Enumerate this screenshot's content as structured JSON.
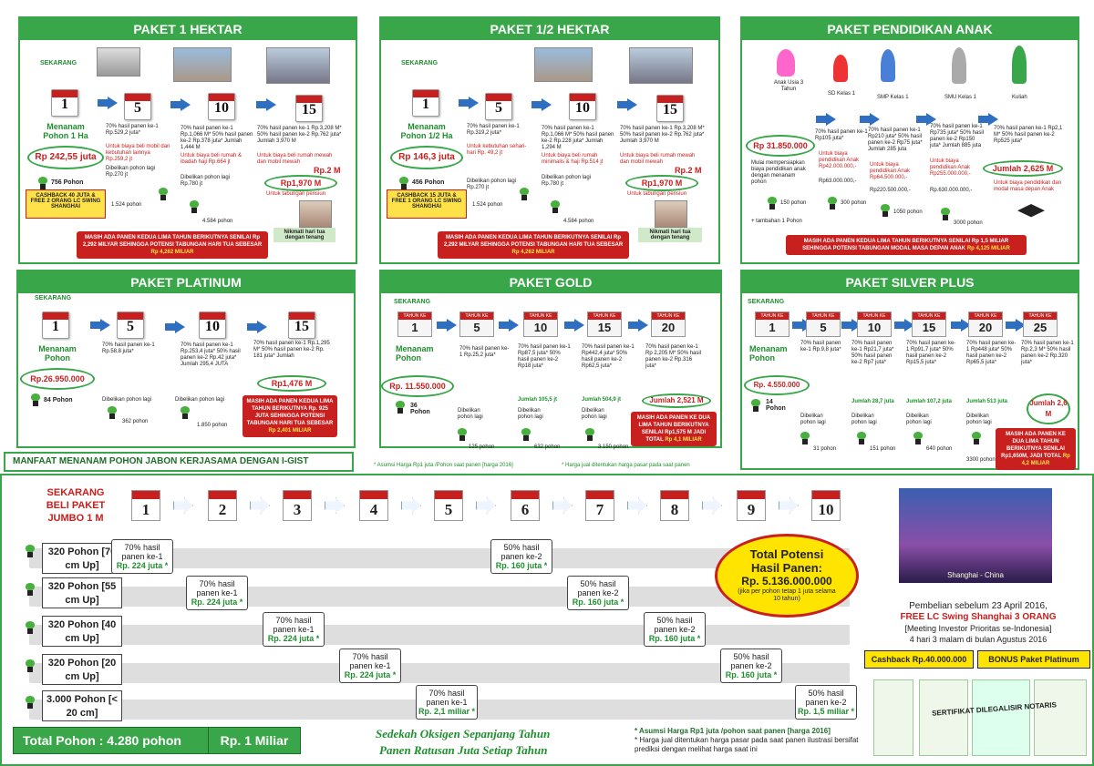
{
  "p1": {
    "title": "PAKET 1 HEKTAR",
    "now": "SEKARANG",
    "years": [
      "1",
      "5",
      "10",
      "15"
    ],
    "plant": "Menanam Pohon 1 Ha",
    "price": "Rp 242,55 juta",
    "count": "756 Pohon",
    "cashback": "CASHBACK 40 JUTA & FREE 2 ORANG LC SWING SHANGHAI",
    "y5": "70% hasil panen ke-1 Rp.529,2 juta*",
    "y5note": "Untuk biaya beli mobil dan kebutuhan lainnya Rp.259,2 jt",
    "y5buy": "Dibelikan pohon lagi Rp.270 jt",
    "y5trees": "1.524 pohon",
    "y10": "70% hasil panen ke-1 Rp.1,066 M* 50% hasil panen ke-2 Rp.378 juta* Jumlah 1,444 M",
    "y10note": "Untuk biaya beli rumah & ibadah haji Rp.664 jt",
    "y10buy": "Dibelikan pohon lagi Rp.780 jt",
    "y10trees": "4.584 pohon",
    "y15": "70% hasil panen ke-1 Rp.3,208 M* 50% hasil panen ke-2 Rp.762 juta* Jumlah 3,970 M",
    "y15note": "Untuk biaya beli rumah mewah dan mobil mewah",
    "y15big": "Rp.2 M",
    "y15oval": "Rp1,970 M",
    "y15save": "Untuk tabungan pensiun",
    "enjoy": "Nikmati hari tua dengan tenang",
    "banner": "MASIH ADA PANEN KEDUA LIMA TAHUN BERIKUTNYA SENILAI Rp 2,292 MILYAR SEHINGGA POTENSI TABUNGAN HARI TUA SEBESAR",
    "bannerAmt": "Rp 4,262 MILIAR"
  },
  "p2": {
    "title": "PAKET 1/2 HEKTAR",
    "now": "SEKARANG",
    "years": [
      "1",
      "5",
      "10",
      "15"
    ],
    "plant": "Menanam Pohon 1/2 Ha",
    "price": "Rp 146,3 juta",
    "count": "456 Pohon",
    "cashback": "CASHBACK 15 JUTA & FREE 1 ORANG LC SWING SHANGHAI",
    "y5": "70% hasil panen ke-1 Rp.319,2 juta*",
    "y5note": "Untuk kebutuhan sehari-hari Rp. 49,2 jt",
    "y5buy": "Dibelikan pohon lagi Rp.270 jt",
    "y5trees": "1.524 pohon",
    "y10": "70% hasil panen ke-1 Rp.1,066 M* 50% hasil panen ke-2 Rp.228 juta* Jumlah 1,294 M",
    "y10note": "Untuk biaya beli rumah minimalis & haji Rp.514 jt",
    "y10buy": "Dibelikan pohon lagi Rp.780 jt",
    "y10trees": "4.584 pohon",
    "y15": "70% hasil panen ke-1 Rp.3,208 M* 50% hasil panen ke-2 Rp.762 juta* Jumlah 3,970 M",
    "y15note": "Untuk biaya beli rumah mewah dan mobil mewah",
    "y15big": "Rp.2 M",
    "y15oval": "Rp1,970 M",
    "y15save": "Untuk tabungan pensiun",
    "enjoy": "Nikmati hari tua dengan tenang",
    "banner": "MASIH ADA PANEN KEDUA LIMA TAHUN BERIKUTNYA SENILAI Rp 2,292 MILYAR SEHINGGA POTENSI TABUNGAN HARI TUA SEBESAR",
    "bannerAmt": "Rp 4,262 MILIAR"
  },
  "p3": {
    "title": "PAKET PENDIDIKAN ANAK",
    "stages": [
      "Anak Usia 3 Tahun",
      "SD Kelas 1",
      "SMP Kelas 1",
      "SMU Kelas 1",
      "Kuliah"
    ],
    "price": "Rp 31.850.000",
    "desc": "Mulai mempersiapkan biaya pendidikan anak dengan menanam pohon",
    "count": "150 pohon",
    "extra": "+ tambahan 1 Pohon",
    "c1": "70% hasil panen ke-1 Rp105 juta*",
    "c1note": "Untuk biaya pendidikan Anak Rp42.000.000,-",
    "c1buy": "Rp63.000.000,-",
    "c1trees": "300 pohon",
    "c2": "70% hasil panen ke-1 Rp210 juta* 50% hasil panen ke-2 Rp75 juta* Jumlah 285 juta",
    "c2note": "Untuk biaya pendidikan Anak Rp64.500.000,-",
    "c2buy": "Rp220.500.000,-",
    "c2trees": "1050 pohon",
    "c3": "70% hasil panen ke-1 Rp735 juta* 50% hasil panen ke-2 Rp150 juta* Jumlah 885 juta",
    "c3note": "Untuk biaya pendidikan Anak Rp255.000.000,-",
    "c3buy": "Rp.630.000.000,-",
    "c3trees": "3000 pohon",
    "c4": "70% hasil panen ke-1 Rp2,1 M* 50% hasil panen ke-2 Rp525 juta*",
    "c4total": "Jumlah 2,625 M",
    "c4note": "Untuk biaya pendidikan dan modal masa depan Anak",
    "banner": "MASIH ADA PANEN KEDUA LIMA TAHUN BERIKUTNYA SENILAI Rp 1,5 MILIAR SEHINGGA POTENSI TABUNGAN MODAL MASA DEPAN ANAK",
    "bannerAmt": "Rp 4,125 MILIAR"
  },
  "p4": {
    "title": "PAKET PLATINUM",
    "now": "SEKARANG",
    "years": [
      "1",
      "5",
      "10",
      "15"
    ],
    "plant": "Menanam Pohon",
    "price": "Rp.26.950.000",
    "count": "84 Pohon",
    "y5": "70% hasil panen ke-1 Rp.58,8 juta*",
    "y5buy": "Dibelikan pohon lagi",
    "y5trees": "362 pohon",
    "y10": "70% hasil panen ke-1 Rp.253,4 juta* 50% hasil panen ke-2 Rp.42 juta* Jumlah 295,4 JUTA",
    "y10buy": "Dibelikan pohon lagi",
    "y10trees": "1.850 pohon",
    "y15": "70% hasil panen ke-1 Rp.1,295 M* 50% hasil panen ke-2 Rp. 181 juta* Jumlah",
    "y15oval": "Rp1,476 M",
    "banner": "MASIH ADA PANEN KEDUA LIMA TAHUN BERIKUTNYA Rp. 925 JUTA SEHINGGA POTENSI TABUNGAN HARI TUA SEBESAR",
    "bannerAmt": "Rp 2,401 MILIAR"
  },
  "p5": {
    "title": "PAKET GOLD",
    "now": "SEKARANG",
    "yearTag": "TAHUN KE",
    "years": [
      "1",
      "5",
      "10",
      "15",
      "20"
    ],
    "plant": "Menanam Pohon",
    "price": "Rp. 11.550.000",
    "count": "36 Pohon",
    "c1": "70% hasil panen ke-1 Rp.25,2 juta*",
    "c2": "70% hasil panen ke-1 Rp87,5 juta* 50% hasil panen ke-2 Rp18 juta*",
    "c2total": "Jumlah 105,5 jt",
    "c3": "70% hasil panen ke-1 Rp442,4 juta* 50% hasil panen ke-2 Rp62,5 juta*",
    "c3total": "Jumlah 504,9 jt",
    "c4": "70% hasil panen ke-1 Rp 2,205 M* 50% hasil panen ke-2 Rp.316 juta*",
    "c4total": "Jumlah 2,521 M",
    "buy": "Dibelikan pohon lagi",
    "t1": "125 pohon",
    "t2": "632 pohon",
    "t3": "3.150 pohon",
    "banner": "MASIH ADA PANEN KE DUA LIMA TAHUN BERIKUTNYA SENILAI Rp1,575 M JADI TOTAL",
    "bannerAmt": "Rp 4,1 MILIAR"
  },
  "p6": {
    "title": "PAKET SILVER PLUS",
    "now": "SEKARANG",
    "yearTag": "TAHUN KE",
    "years": [
      "1",
      "5",
      "10",
      "15",
      "20",
      "25"
    ],
    "plant": "Menanam Pohon",
    "price": "Rp. 4.550.000",
    "count": "14 Pohon",
    "c1": "70% hasil panen ke-1 Rp.9,8 juta*",
    "c2": "70% hasil panen ke-1 Rp21,7 juta* 50% hasil panen ke-2 Rp7 juta*",
    "c2total": "Jumlah 28,7 juta",
    "c3": "70% hasil panen ke-1 Rp91,7 juta* 50% hasil panen ke-2 Rp15,5 juta*",
    "c3total": "Jumlah 107,2 juta",
    "c4": "70% hasil panen ke-1 Rp448 juta* 50% hasil panen ke-2 Rp65,5 juta*",
    "c4total": "Jumlah 513 juta",
    "c5": "70% hasil panen ke-1 Rp.2,3 M* 50% hasil panen ke-2 Rp.320 juta*",
    "c5total": "Jumlah 2,6 M",
    "buy": "Dibelikan pohon lagi",
    "t1": "31 pohon",
    "t2": "151 pohon",
    "t3": "640 pohon",
    "t4": "3300 pohon",
    "banner": "MASIH ADA PANEN KE DUA LIMA TAHUN BERIKUTNYA SENILAI Rp1,650M, JADI TOTAL",
    "bannerAmt": "Rp 4,2 MILIAR"
  },
  "mid": {
    "benefit": "MANFAAT MENANAM POHON JABON KERJASAMA DENGAN I-GIST",
    "note1": "* Asumsi Harga Rp1 juta /Pohon saat panen [harga 2016]",
    "note2": "* Harga jual ditentukan harga pasar pada saat panen"
  },
  "jumbo": {
    "head": "SEKARANG BELI PAKET JUMBO 1 M",
    "years": [
      "1",
      "2",
      "3",
      "4",
      "5",
      "6",
      "7",
      "8",
      "9",
      "10"
    ],
    "rows": [
      {
        "label": "320 Pohon [70 cm Up]",
        "h1": "70% hasil panen ke-1",
        "v1": "Rp. 224 juta *",
        "h2": "50% hasil panen ke-2",
        "v2": "Rp. 160 juta *"
      },
      {
        "label": "320 Pohon [55 cm Up]",
        "h1": "70% hasil panen ke-1",
        "v1": "Rp. 224 juta *",
        "h2": "50% hasil panen ke-2",
        "v2": "Rp. 160 juta *"
      },
      {
        "label": "320 Pohon [40 cm Up]",
        "h1": "70% hasil panen ke-1",
        "v1": "Rp. 224 juta *",
        "h2": "50% hasil panen ke-2",
        "v2": "Rp. 160 juta *"
      },
      {
        "label": "320 Pohon [20 cm Up]",
        "h1": "70% hasil panen ke-1",
        "v1": "Rp. 224 juta *",
        "h2": "50% hasil panen ke-2",
        "v2": "Rp. 160 juta *"
      },
      {
        "label": "3.000 Pohon [< 20 cm]",
        "h1": "70% hasil panen ke-1",
        "v1": "Rp. 2,1 miliar *",
        "h2": "50% hasil panen ke-2",
        "v2": "Rp. 1,5 miliar *"
      }
    ],
    "potTitle": "Total Potensi Hasil Panen:",
    "potValue": "Rp. 5.136.000.000",
    "potNote": "(jika per pohon tetap 1 juta selama 10 tahun)",
    "total": "Total Pohon : 4.280 pohon",
    "price": "Rp. 1 Miliar",
    "slogan1": "Sedekah Oksigen Sepanjang Tahun",
    "slogan2": "Panen Ratusan Juta Setiap Tahun",
    "note1": "* Asumsi Harga Rp1 juta /pohon saat panen [harga 2016]",
    "note2": "* Harga jual ditentukan harga pasar pada saat panen ilustrasi bersifat prediksi dengan melihat harga saat ini",
    "city": "Shanghai - China",
    "promo1": "Pembelian sebelum 23 April 2016,",
    "promo2": "FREE LC Swing Shanghai 3 ORANG",
    "promo3": "[Meeting Investor Prioritas se-Indonesia]",
    "promo4": "4 hari 3 malam di bulan Agustus 2016",
    "cashback": "Cashback Rp.40.000.000",
    "bonus": "BONUS Paket Platinum",
    "cert": "SERTIFIKAT DILEGALISIR NOTARIS"
  }
}
